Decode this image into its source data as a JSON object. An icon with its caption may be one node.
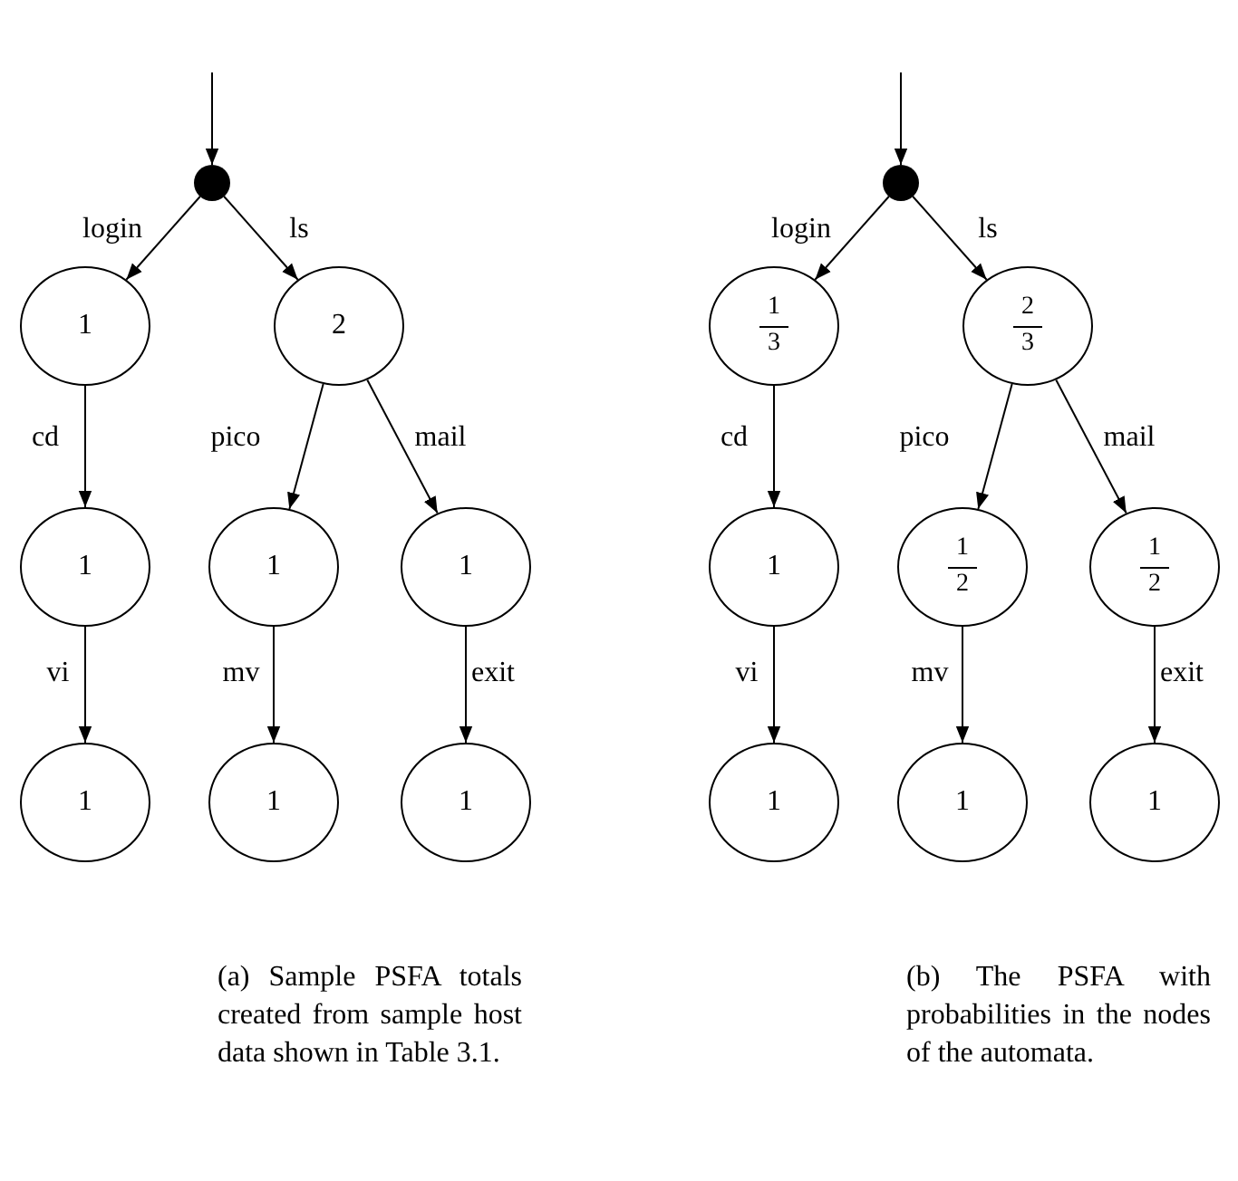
{
  "diagram": {
    "nodes": [
      {
        "text": [],
        "shape": "circle"
      },
      {
        "text": [
          "1"
        ]
      },
      {
        "text": [
          "2"
        ]
      },
      {
        "text": [
          "1"
        ]
      },
      {
        "text": [
          "1"
        ]
      },
      {
        "text": [
          "1"
        ]
      },
      {
        "text": [
          "1"
        ]
      },
      {
        "text": [
          "1"
        ]
      },
      {
        "text": [
          "1"
        ]
      },
      {
        "text": [],
        "shape": "circle"
      },
      {
        "text": [
          "1",
          "3"
        ]
      },
      {
        "text": [
          "2",
          "3"
        ]
      },
      {
        "text": [
          "1"
        ]
      },
      {
        "text": [
          "1",
          "2"
        ]
      },
      {
        "text": [
          "1",
          "2"
        ]
      },
      {
        "text": [
          "1"
        ]
      },
      {
        "text": [
          "1"
        ]
      },
      {
        "text": [
          "1"
        ]
      }
    ],
    "edges": [
      {
        "from": null,
        "to": 0,
        "arrow": "to"
      },
      {
        "from": 0,
        "to": 1,
        "arrow": "to",
        "label": "login"
      },
      {
        "from": 0,
        "to": 2,
        "arrow": "to",
        "label": "ls"
      },
      {
        "from": 1,
        "to": 3,
        "arrow": "to",
        "label": "cd"
      },
      {
        "from": 2,
        "to": 4,
        "arrow": "to",
        "label": "pico"
      },
      {
        "from": 2,
        "to": 5,
        "arrow": "to",
        "label": "mail"
      },
      {
        "from": 3,
        "to": 6,
        "arrow": "to",
        "label": "vi"
      },
      {
        "from": 4,
        "to": 7,
        "arrow": "to",
        "label": "mv"
      },
      {
        "from": 5,
        "to": 8,
        "arrow": "to",
        "label": "exit"
      },
      {
        "from": null,
        "to": 9,
        "arrow": "to"
      },
      {
        "from": 9,
        "to": 10,
        "arrow": "to",
        "label": "login"
      },
      {
        "from": 9,
        "to": 11,
        "arrow": "to",
        "label": "ls"
      },
      {
        "from": 10,
        "to": 12,
        "arrow": "to",
        "label": "cd"
      },
      {
        "from": 11,
        "to": 13,
        "arrow": "to",
        "label": "pico"
      },
      {
        "from": 11,
        "to": 14,
        "arrow": "to",
        "label": "mail"
      },
      {
        "from": 12,
        "to": 15,
        "arrow": "to",
        "label": "vi"
      },
      {
        "from": 13,
        "to": 16,
        "arrow": "to",
        "label": "mv"
      },
      {
        "from": 14,
        "to": 17,
        "arrow": "to",
        "label": "exit"
      }
    ],
    "labels": [
      "(a) Sample PSFA totals created from sample host data shown in Table 3.1.",
      "(b) The PSFA with probabilities in the nodes of the automata."
    ]
  }
}
